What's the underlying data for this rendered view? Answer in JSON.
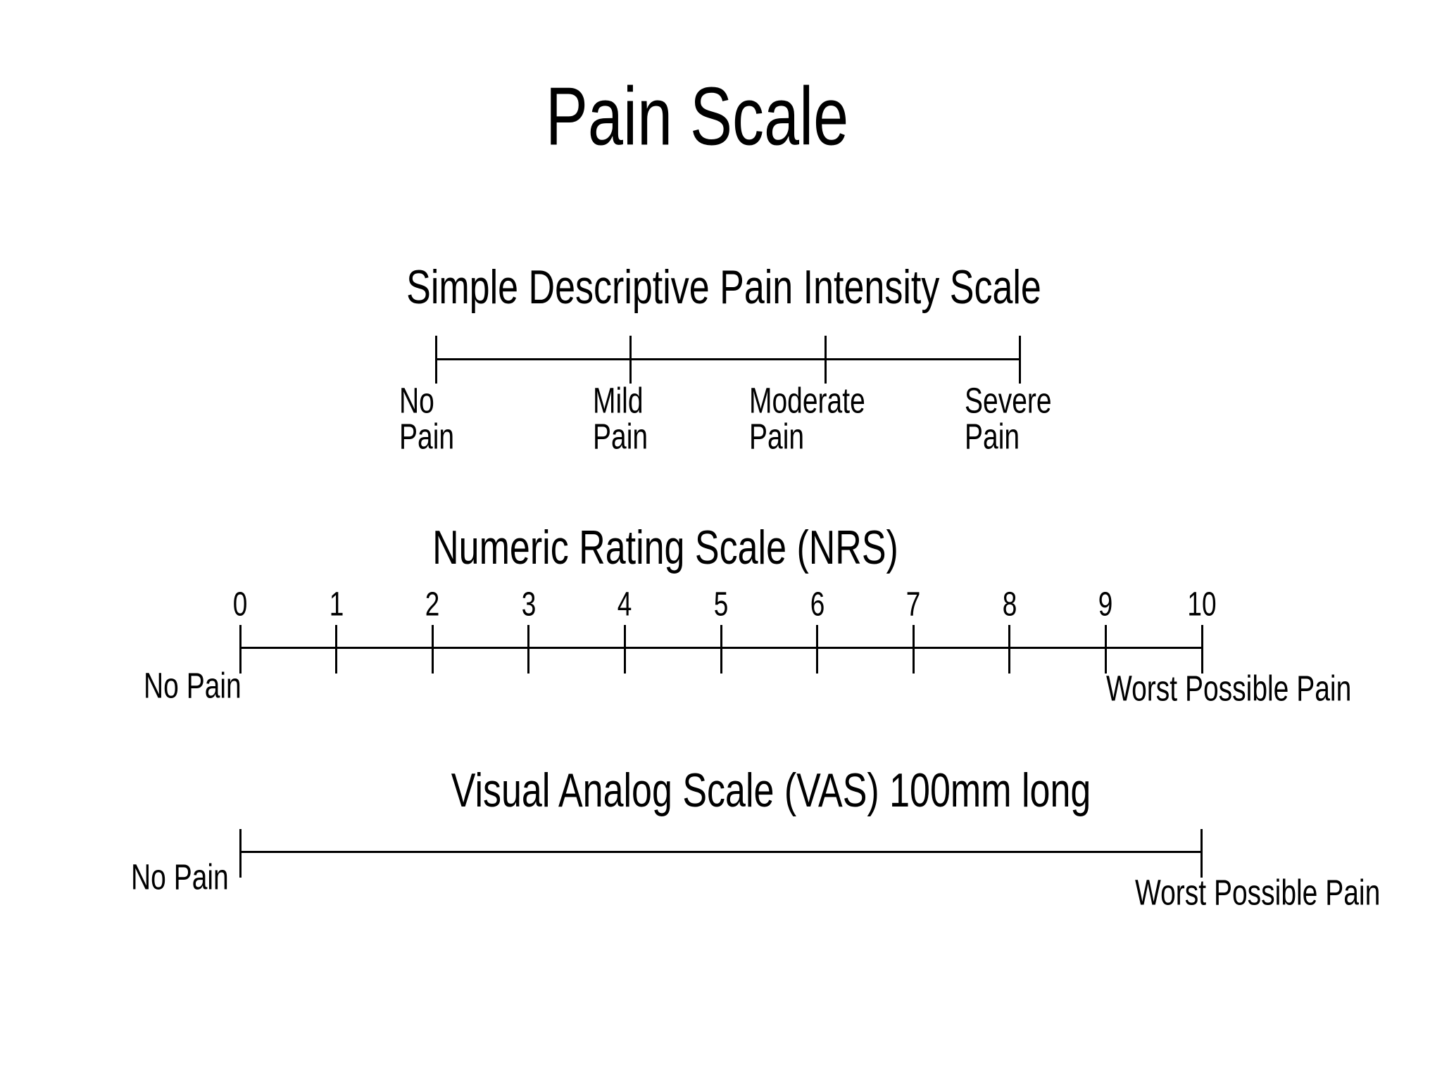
{
  "slide_title": "Pain Scale",
  "descriptive_scale": {
    "heading": "Simple Descriptive Pain Intensity Scale",
    "labels": [
      {
        "line1": "No",
        "line2": "Pain"
      },
      {
        "line1": "Mild",
        "line2": "Pain"
      },
      {
        "line1": "Moderate",
        "line2": "Pain"
      },
      {
        "line1": "Severe",
        "line2": "Pain"
      }
    ]
  },
  "numeric_scale": {
    "heading": "Numeric Rating Scale (NRS)",
    "tick_labels": [
      "0",
      "1",
      "2",
      "3",
      "4",
      "5",
      "6",
      "7",
      "8",
      "9",
      "10"
    ],
    "min_label": "No Pain",
    "max_label": "Worst Possible Pain"
  },
  "visual_analog_scale": {
    "heading": "Visual Analog Scale (VAS) 100mm long",
    "min_label": "No Pain",
    "max_label": "Worst Possible Pain"
  },
  "colors": {
    "ink": "#000000",
    "background": "#ffffff"
  }
}
